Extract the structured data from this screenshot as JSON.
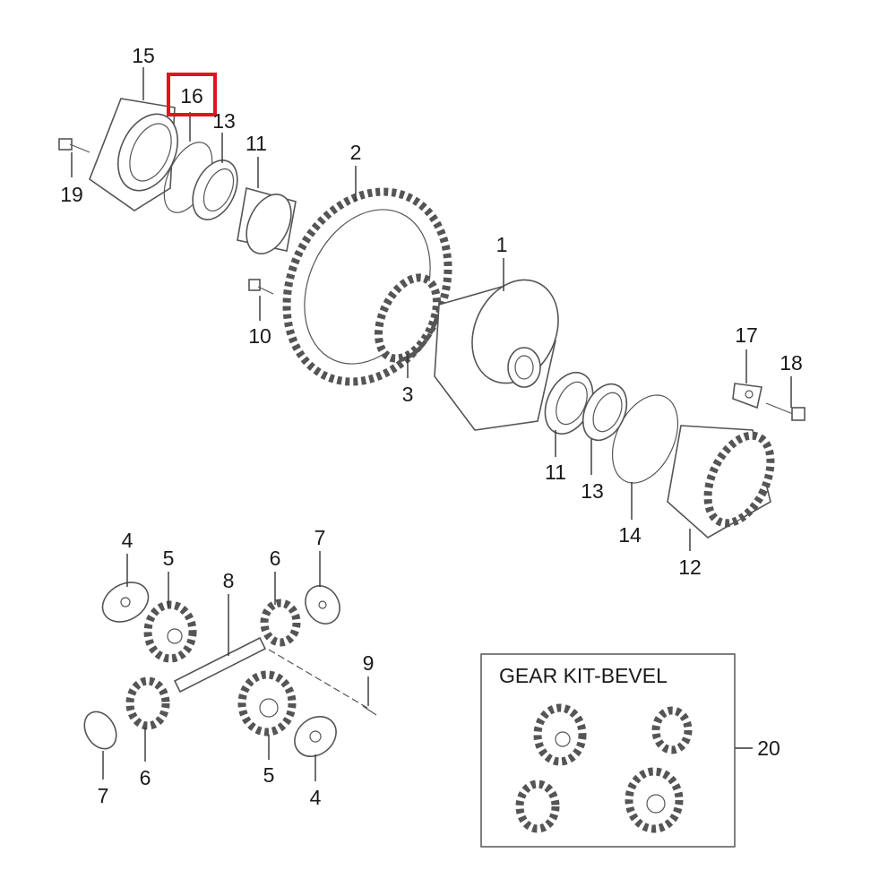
{
  "diagram": {
    "highlight_color": "#e0141e",
    "callouts": {
      "c15": "15",
      "c16": "16",
      "c13a": "13",
      "c11a": "11",
      "c19": "19",
      "c2": "2",
      "c1": "1",
      "c10": "10",
      "c3": "3",
      "c17": "17",
      "c18": "18",
      "c11b": "11",
      "c13b": "13",
      "c14": "14",
      "c12": "12",
      "c4a": "4",
      "c5a": "5",
      "c8": "8",
      "c6a": "6",
      "c7a": "7",
      "c9": "9",
      "c6b": "6",
      "c7b": "7",
      "c5b": "5",
      "c4b": "4",
      "c20": "20"
    },
    "kit_title": "GEAR KIT-BEVEL"
  }
}
